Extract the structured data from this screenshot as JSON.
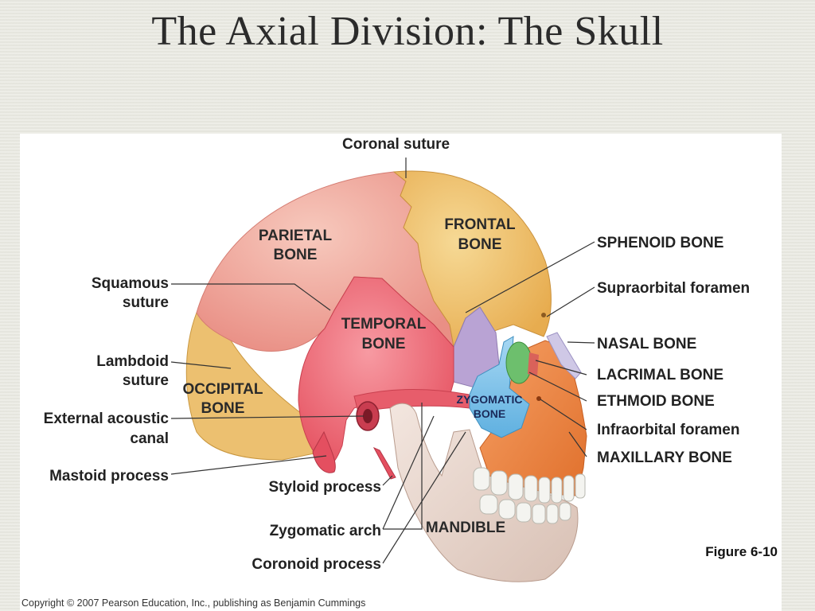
{
  "title": "The Axial Division: The Skull",
  "figure": {
    "number": "Figure 6-10",
    "copyright": "Copyright © 2007 Pearson Education, Inc., publishing as Benjamin Cummings",
    "labels": {
      "coronal_suture": "Coronal suture",
      "parietal_bone": [
        "PARIETAL",
        "BONE"
      ],
      "frontal_bone": [
        "FRONTAL",
        "BONE"
      ],
      "sphenoid_bone": "SPHENOID BONE",
      "supraorbital_foramen": "Supraorbital foramen",
      "squamous_suture": [
        "Squamous",
        "suture"
      ],
      "temporal_bone": [
        "TEMPORAL",
        "BONE"
      ],
      "nasal_bone": "NASAL BONE",
      "lambdoid_suture": [
        "Lambdoid",
        "suture"
      ],
      "lacrimal_bone": "LACRIMAL BONE",
      "occipital_bone": [
        "OCCIPITAL",
        "BONE"
      ],
      "ethmoid_bone": "ETHMOID BONE",
      "zygomatic_bone": [
        "ZYGOMATIC",
        "BONE"
      ],
      "external_acoustic_canal": [
        "External acoustic",
        "canal"
      ],
      "infraorbital_foramen": "Infraorbital foramen",
      "maxillary_bone": "MAXILLARY BONE",
      "mastoid_process": "Mastoid process",
      "styloid_process": "Styloid process",
      "zygomatic_arch": "Zygomatic arch",
      "mandible": "MANDIBLE",
      "coronoid_process": "Coronoid process"
    }
  },
  "colors": {
    "parietal": "#f1a79c",
    "frontal": "#f0c370",
    "temporal": "#ee6f7c",
    "occipital": "#ecc070",
    "sphenoid": "#b9a3d4",
    "zygomatic": "#7fc3ea",
    "maxillary": "#f28a45",
    "mandible": "#e9d6cd",
    "nasal": "#cfc8e6",
    "ethmoid": "#6dbf6d",
    "teeth": "#f4f4f0"
  }
}
